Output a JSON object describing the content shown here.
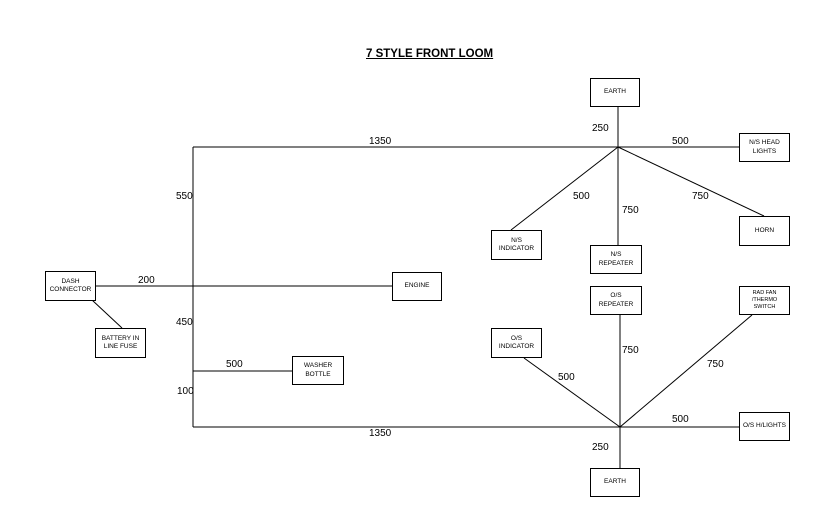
{
  "title": "7 STYLE FRONT LOOM",
  "components": {
    "earth_top": "EARTH",
    "ns_head_lights": "N/S HEAD LIGHTS",
    "horn": "HORN",
    "ns_indicator": "N/S INDICATOR",
    "ns_repeater": "N/S REPEATER",
    "dash_connector": "DASH CONNECTOR",
    "engine": "ENGINE",
    "battery_fuse": "BATTERY IN LINE FUSE",
    "os_repeater": "O/S REPEATER",
    "rad_fan": "RAD FAN /THERMO SWITCH",
    "os_indicator": "O/S INDICATOR",
    "washer_bottle": "WASHER BOTTLE",
    "os_head_lights": "O/S H/LIGHTS",
    "earth_bottom": "EARTH"
  },
  "lengths": {
    "top_trunk": "1350",
    "bottom_trunk": "1350",
    "earth_top": "250",
    "earth_bottom": "250",
    "ns_head_lights": "500",
    "os_head_lights": "500",
    "ns_indicator": "500",
    "os_indicator": "500",
    "ns_repeater": "750",
    "os_repeater": "750",
    "horn": "750",
    "rad_fan": "750",
    "upper_spine": "550",
    "mid_spine": "450",
    "lower_spine": "100",
    "dash_to_spine": "200",
    "washer": "500"
  }
}
